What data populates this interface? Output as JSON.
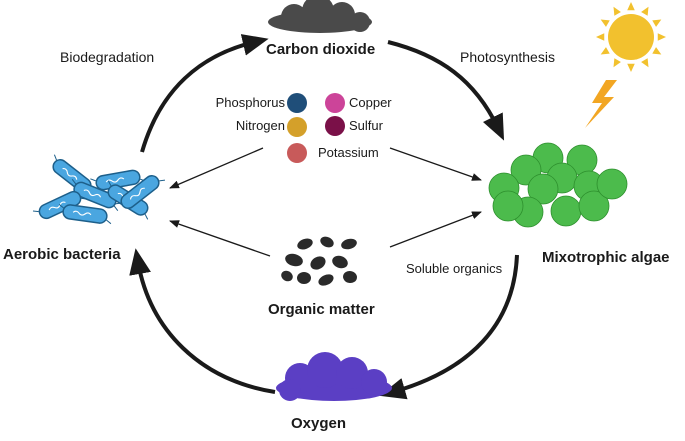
{
  "nodes": {
    "carbon_dioxide": "Carbon dioxide",
    "mixotrophic_algae": "Mixotrophic algae",
    "oxygen": "Oxygen",
    "aerobic_bacteria": "Aerobic bacteria",
    "organic_matter": "Organic matter"
  },
  "processes": {
    "biodegradation": "Biodegradation",
    "photosynthesis": "Photosynthesis",
    "soluble_organics": "Soluble organics"
  },
  "nutrients": [
    {
      "label": "Phosphorus",
      "color": "#1f4e79"
    },
    {
      "label": "Copper",
      "color": "#cc4499"
    },
    {
      "label": "Nitrogen",
      "color": "#d4a02a"
    },
    {
      "label": "Sulfur",
      "color": "#7a1048"
    },
    {
      "label": "Potassium",
      "color": "#c85a5a"
    }
  ],
  "colors": {
    "cloud_co2": "#4a4a4a",
    "cloud_o2": "#5b3fc4",
    "algae": "#4cbb4c",
    "algae_stroke": "#2d8f2d",
    "bacteria": "#4aa6e0",
    "bacteria_stroke": "#1d5f8a",
    "sun": "#f2c12e",
    "lightning": "#f2a623",
    "organic_matter": "#2a2a2a",
    "arrow": "#1a1a1a"
  }
}
